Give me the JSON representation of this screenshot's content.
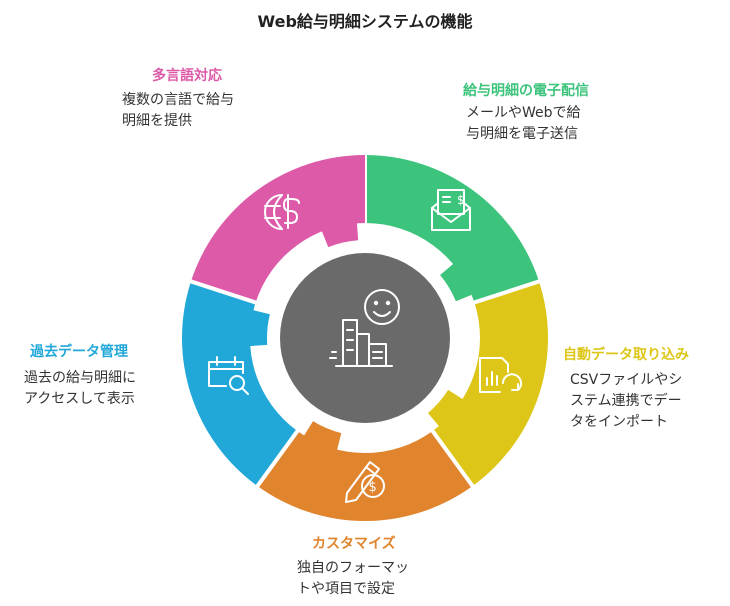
{
  "title": "Web給与明細システムの機能",
  "colors": {
    "green": "#3cc47c",
    "yellow": "#ddc617",
    "orange": "#e0842d",
    "blue": "#22a8d8",
    "pink": "#dd5aa8",
    "center": "#6a6a6a",
    "ring": "#ffffff"
  },
  "sections": {
    "electronic": {
      "label": "給与明細の電子配信",
      "desc": [
        "メールやWebで給",
        "与明細を電子送信"
      ],
      "icon": "envelope-payslip-icon"
    },
    "import": {
      "label": "自動データ取り込み",
      "desc": [
        "CSVファイルやシ",
        "ステム連携でデー",
        "タをインポート"
      ],
      "icon": "chart-refresh-icon"
    },
    "customize": {
      "label": "カスタマイズ",
      "desc": [
        "独自のフォーマッ",
        "トや項目で設定"
      ],
      "icon": "pen-dollar-icon"
    },
    "history": {
      "label": "過去データ管理",
      "desc": [
        "過去の給与明細に",
        "アクセスして表示"
      ],
      "icon": "calendar-search-icon"
    },
    "language": {
      "label": "多言語対応",
      "desc": [
        "複数の言語で給与",
        "明細を提供"
      ],
      "icon": "globe-currency-icon"
    },
    "center": {
      "icon": "happy-employee-icon"
    }
  }
}
